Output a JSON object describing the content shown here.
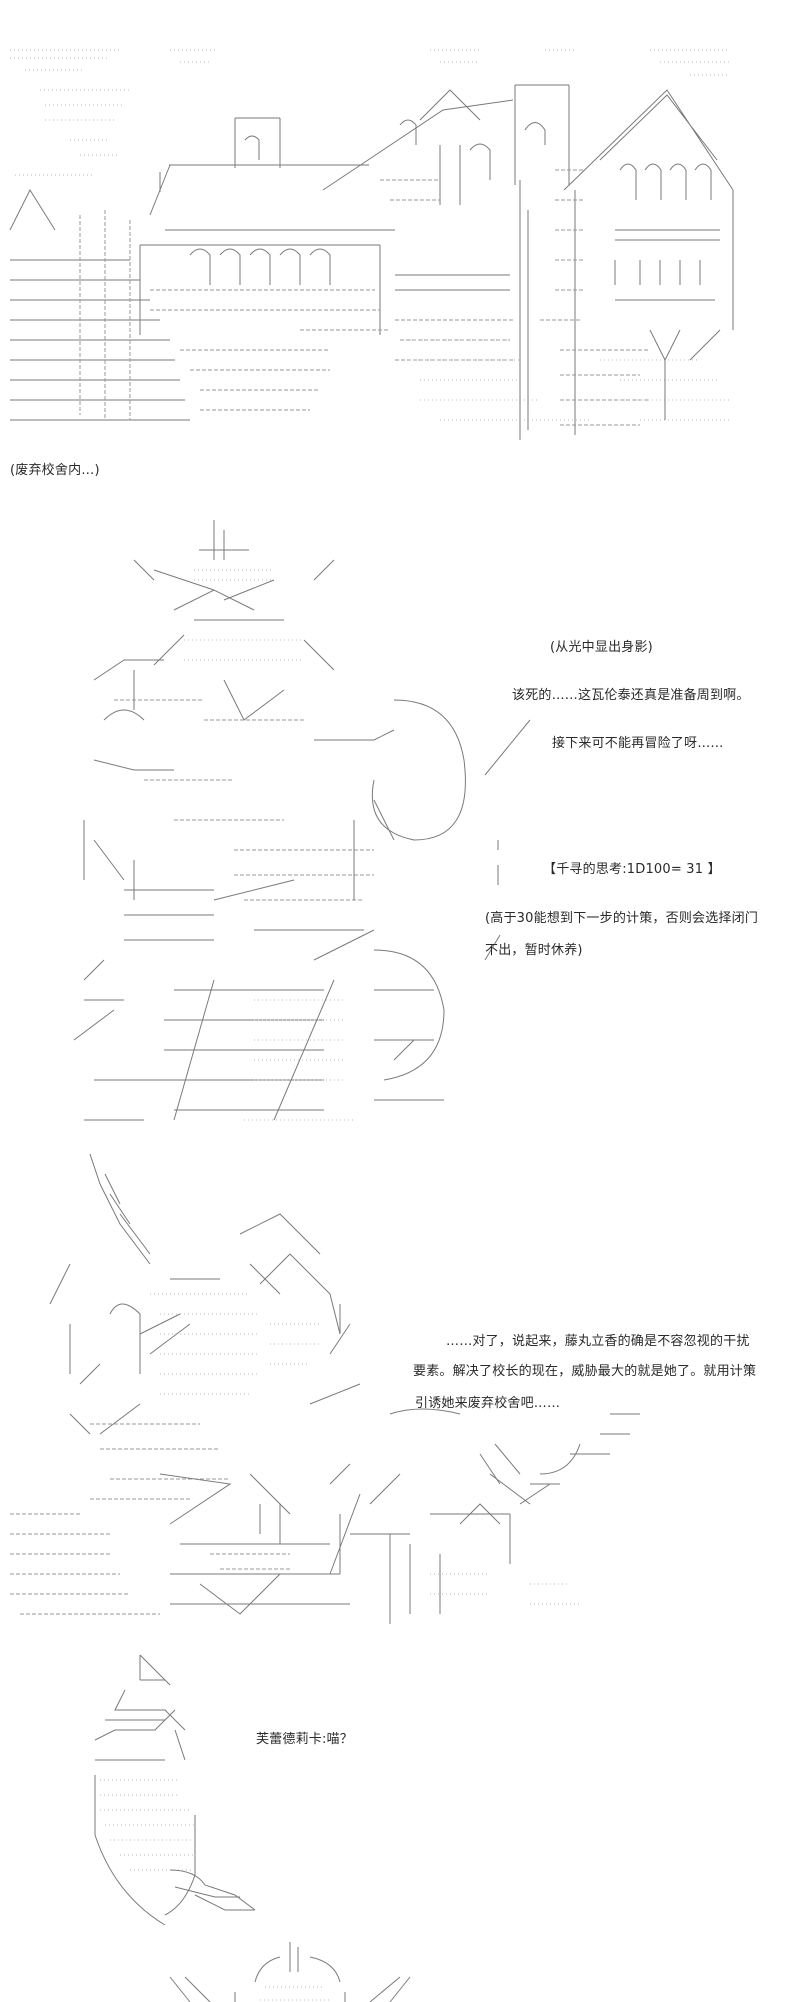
{
  "captions": {
    "scene": "(废弃校舍内…)",
    "appear": "(从光中显出身影)",
    "line1": "该死的……这瓦伦泰还真是准备周到啊。",
    "line2": "接下来可不能再冒险了呀……",
    "dice": "【千寻的思考:1D100= 31 】",
    "note1": "(高于30能想到下一步的计策，否则会选择闭门",
    "note2": "不出，暂时休养)",
    "think1": "……对了，说起来，藤丸立香的确是不容忽视的干扰",
    "think2": "要素。解决了校长的现在，威胁最大的就是她了。就用计策",
    "think3": "引诱她来废弃校舍吧……",
    "frederica": "芙蕾德莉卡:喵？"
  },
  "art": {
    "block1": "school-building-ascii-art",
    "block2": "chihiro-ascii-art",
    "block3": "chihiro-thinking-ascii-art",
    "block4": "frederica-ascii-art",
    "block5": "next-panel-ascii-art"
  }
}
